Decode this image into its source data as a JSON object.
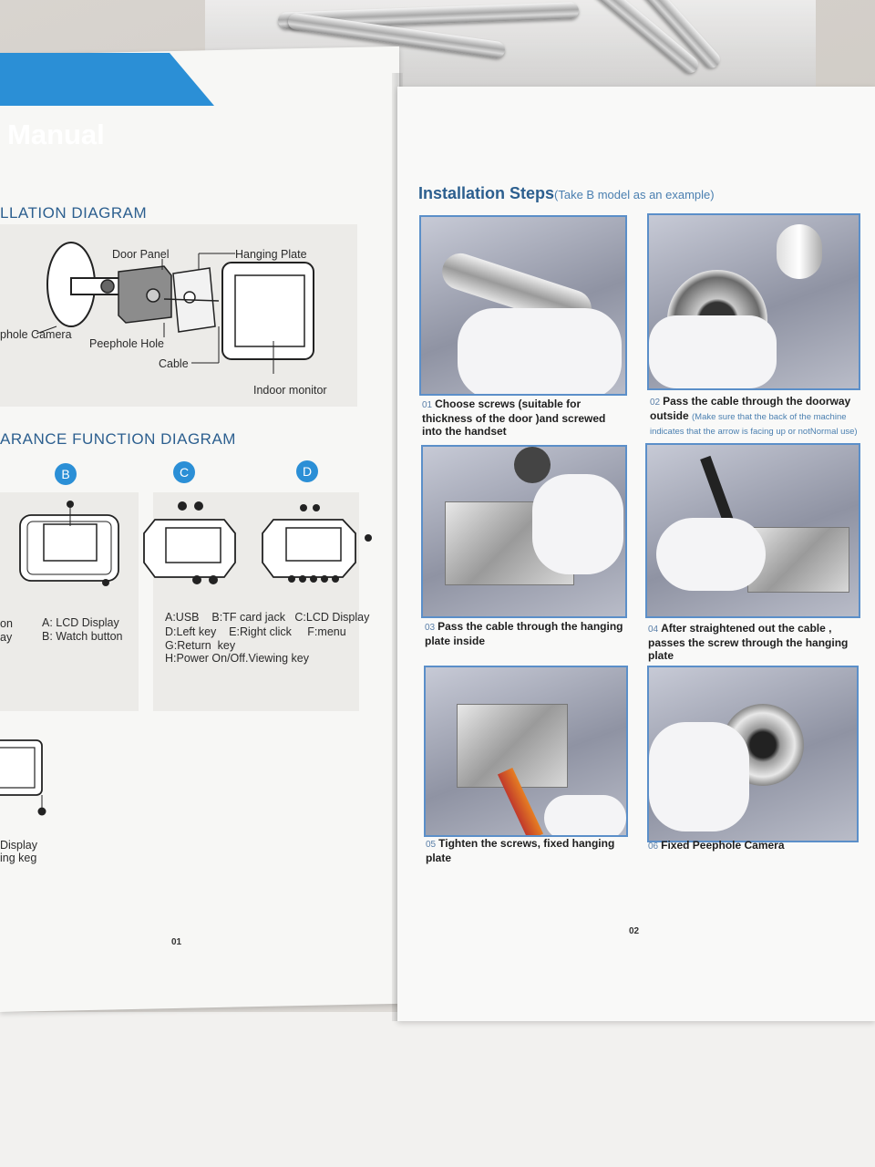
{
  "manual_header": "Manual",
  "left_page": {
    "installation_title": "LLATION DIAGRAM",
    "diagram_labels": {
      "door_panel": "Door Panel",
      "hanging_plate": "Hanging Plate",
      "peephole_camera": "phole Camera",
      "peephole_hole": "Peephole Hole",
      "cable": "Cable",
      "indoor_monitor": "Indoor monitor"
    },
    "appearance_title": "ARANCE FUNCTION DIAGRAM",
    "models": [
      "B",
      "C",
      "D"
    ],
    "model_b_labels": [
      "A: LCD Display",
      "B: Watch button"
    ],
    "cut_labels": [
      "on",
      "ay"
    ],
    "model_c_labels": [
      "A:USB    B:TF card jack   C:LCD Display",
      "D:Left key    E:Right click     F:menu",
      "G:Return  key",
      "H:Power On/Off.Viewing key"
    ],
    "bottom_labels": [
      "Display",
      "ing keg"
    ],
    "page_number": "01"
  },
  "right_page": {
    "title": "Installation Steps",
    "title_note": "(Take B model as an example)",
    "steps": [
      {
        "num": "01",
        "text": "Choose screws (suitable for thickness of the door )and screwed into the handset",
        "note": ""
      },
      {
        "num": "02",
        "text": "Pass the cable through the doorway outside",
        "note": "(Make sure that the back of the machine indicates that the arrow is facing up or notNormal use)"
      },
      {
        "num": "03",
        "text": "Pass the cable through the hanging plate inside",
        "note": ""
      },
      {
        "num": "04",
        "text": "After straightened out the cable , passes the screw  through the hanging plate",
        "note": ""
      },
      {
        "num": "05",
        "text": "Tighten the screws, fixed hanging plate",
        "note": ""
      },
      {
        "num": "06",
        "text": "Fixed Peephole Camera",
        "note": ""
      }
    ],
    "page_number": "02"
  },
  "colors": {
    "accent": "#2b8fd6",
    "title_blue": "#2c5f8f",
    "photo_border": "#5b8fc9"
  }
}
